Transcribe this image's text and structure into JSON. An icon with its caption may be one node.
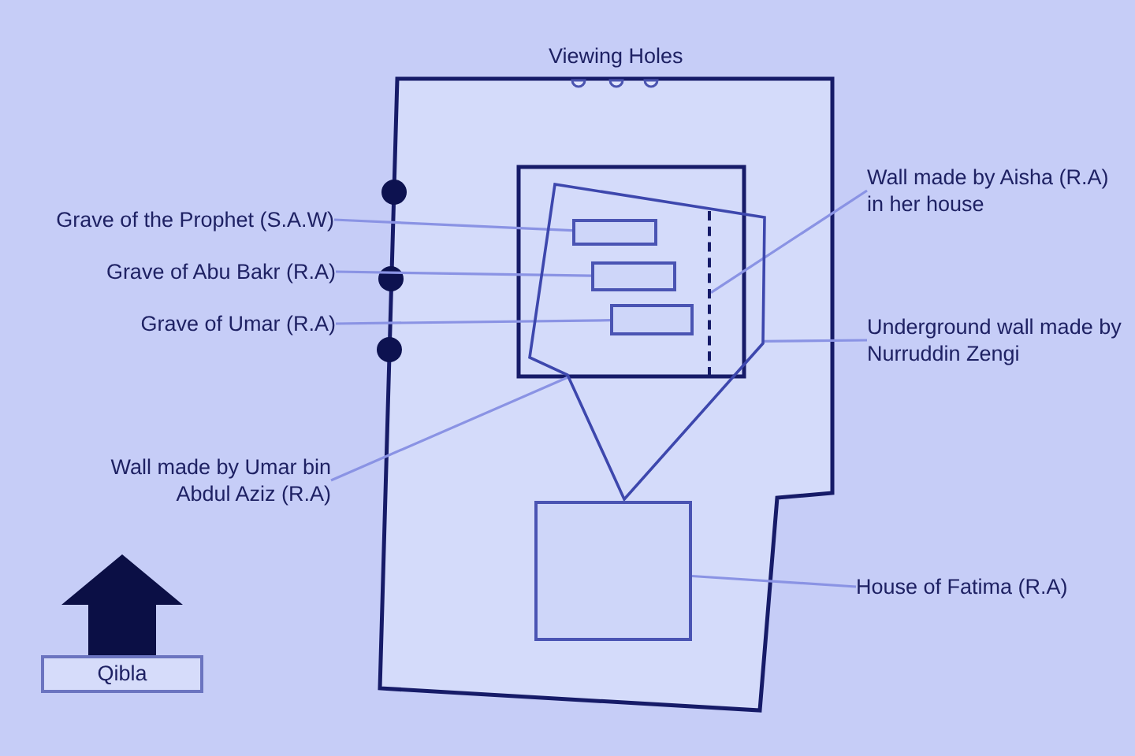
{
  "diagram": {
    "nodes": [
      {
        "text": [
          "Grave of the Prophet (S.A.W)"
        ]
      },
      {
        "text": [
          "Wall made by Aisha (R.A) in her house"
        ]
      },
      {
        "text": [
          "Grave of Abu Bakr (R.A)"
        ]
      },
      {
        "text": [
          "Grave of Umar (R.A)"
        ]
      },
      {
        "text": [
          "Underground wall made by Nurruddin Zengi"
        ]
      },
      {
        "text": [
          "Wall made by Umar bin Abdul Aziz (R.A)"
        ]
      },
      {
        "text": [
          "House of Fatima (R.A)"
        ]
      },
      {
        "text": [
          "Qibla"
        ]
      },
      {
        "text": [],
        "shape": "pentagon"
      },
      {
        "text": [],
        "shape": "box",
        "in": 8
      },
      {
        "text": [],
        "shape": "box",
        "in": 8
      },
      {
        "text": [],
        "shape": "box",
        "in": 8
      },
      {
        "text": [],
        "shape": "line",
        "in": 8
      },
      {
        "text": [],
        "shape": "box"
      }
    ],
    "edges": [
      {
        "from": 0,
        "to": 9,
        "arrow": "none"
      },
      {
        "from": 1,
        "to": 12,
        "arrow": "none"
      },
      {
        "from": 2,
        "to": 10,
        "arrow": "none"
      },
      {
        "from": 3,
        "to": 11,
        "arrow": "none"
      },
      {
        "from": 4,
        "to": 8,
        "arrow": "none"
      },
      {
        "from": 5,
        "to": 8,
        "arrow": "none"
      },
      {
        "from": 6,
        "to": 13,
        "arrow": "none"
      },
      {
        "from": 7,
        "to": null,
        "arrow": "to",
        "style": "thick",
        "color": "#0b0f45"
      }
    ],
    "labels": [
      "Viewing Holes"
    ]
  }
}
